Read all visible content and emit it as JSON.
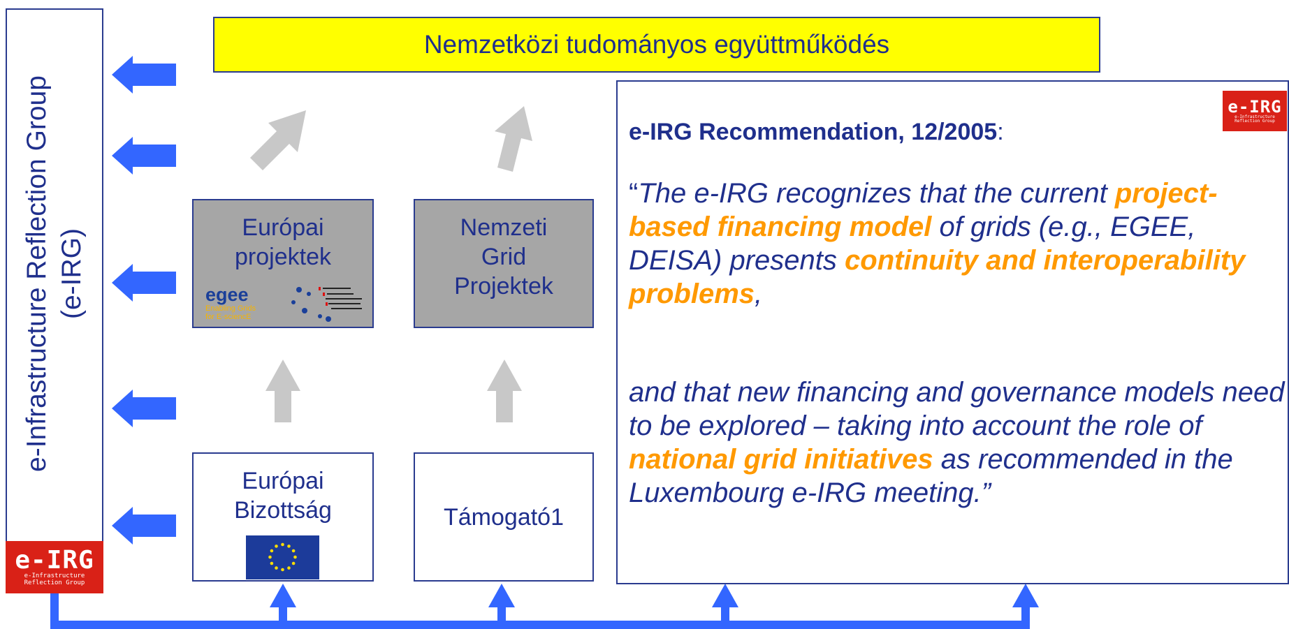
{
  "banner": {
    "text": "Nemzetközi tudományos együttműködés"
  },
  "left_panel": {
    "title_line1": "e-Infrastructure Reflection Group",
    "title_line2": "(e-IRG)"
  },
  "logo": {
    "wordmark": "e-IRG",
    "tagline_line1": "e-Infrastructure",
    "tagline_line2": "Reflection Group"
  },
  "boxes": {
    "europai_projektek": {
      "line1": "Európai",
      "line2": "projektek"
    },
    "nemzeti_grid": {
      "line1": "Nemzeti",
      "line2": "Grid",
      "line3": "Projektek"
    },
    "europai_bizottsag": {
      "line1": "Európai",
      "line2": "Bizottság"
    },
    "tamogato": {
      "label": "Támogató1"
    }
  },
  "egee_logo": {
    "wordmark": "egee",
    "tagline_line1": "Enabling Grids",
    "tagline_line2": "for E-sciencE"
  },
  "recommendation": {
    "heading": "e-IRG Recommendation, 12/2005",
    "heading_colon": ":",
    "open_quote": "“",
    "p1_a": "The e-IRG recognizes that the current ",
    "p1_hl1": "project-based financing model",
    "p1_b": " of grids (e.g., EGEE, DEISA) presents ",
    "p1_hl2": "continuity and interoperability problems",
    "p1_c": ",",
    "p2_a": "and that new financing and governance models need to be explored – taking into account the role of ",
    "p2_hl": "national grid initiatives",
    "p2_b": " as recommended in the Luxembourg e-IRG meeting.”"
  },
  "colors": {
    "text_blue": "#1f2f8c",
    "border_blue": "#2a3b8f",
    "arrow_blue": "#3366ff",
    "highlight_orange": "#ff9900",
    "banner_yellow": "#ffff00",
    "box_gray": "#a6a6a6",
    "arrow_gray": "#c8c8c8",
    "logo_red": "#d92117"
  }
}
